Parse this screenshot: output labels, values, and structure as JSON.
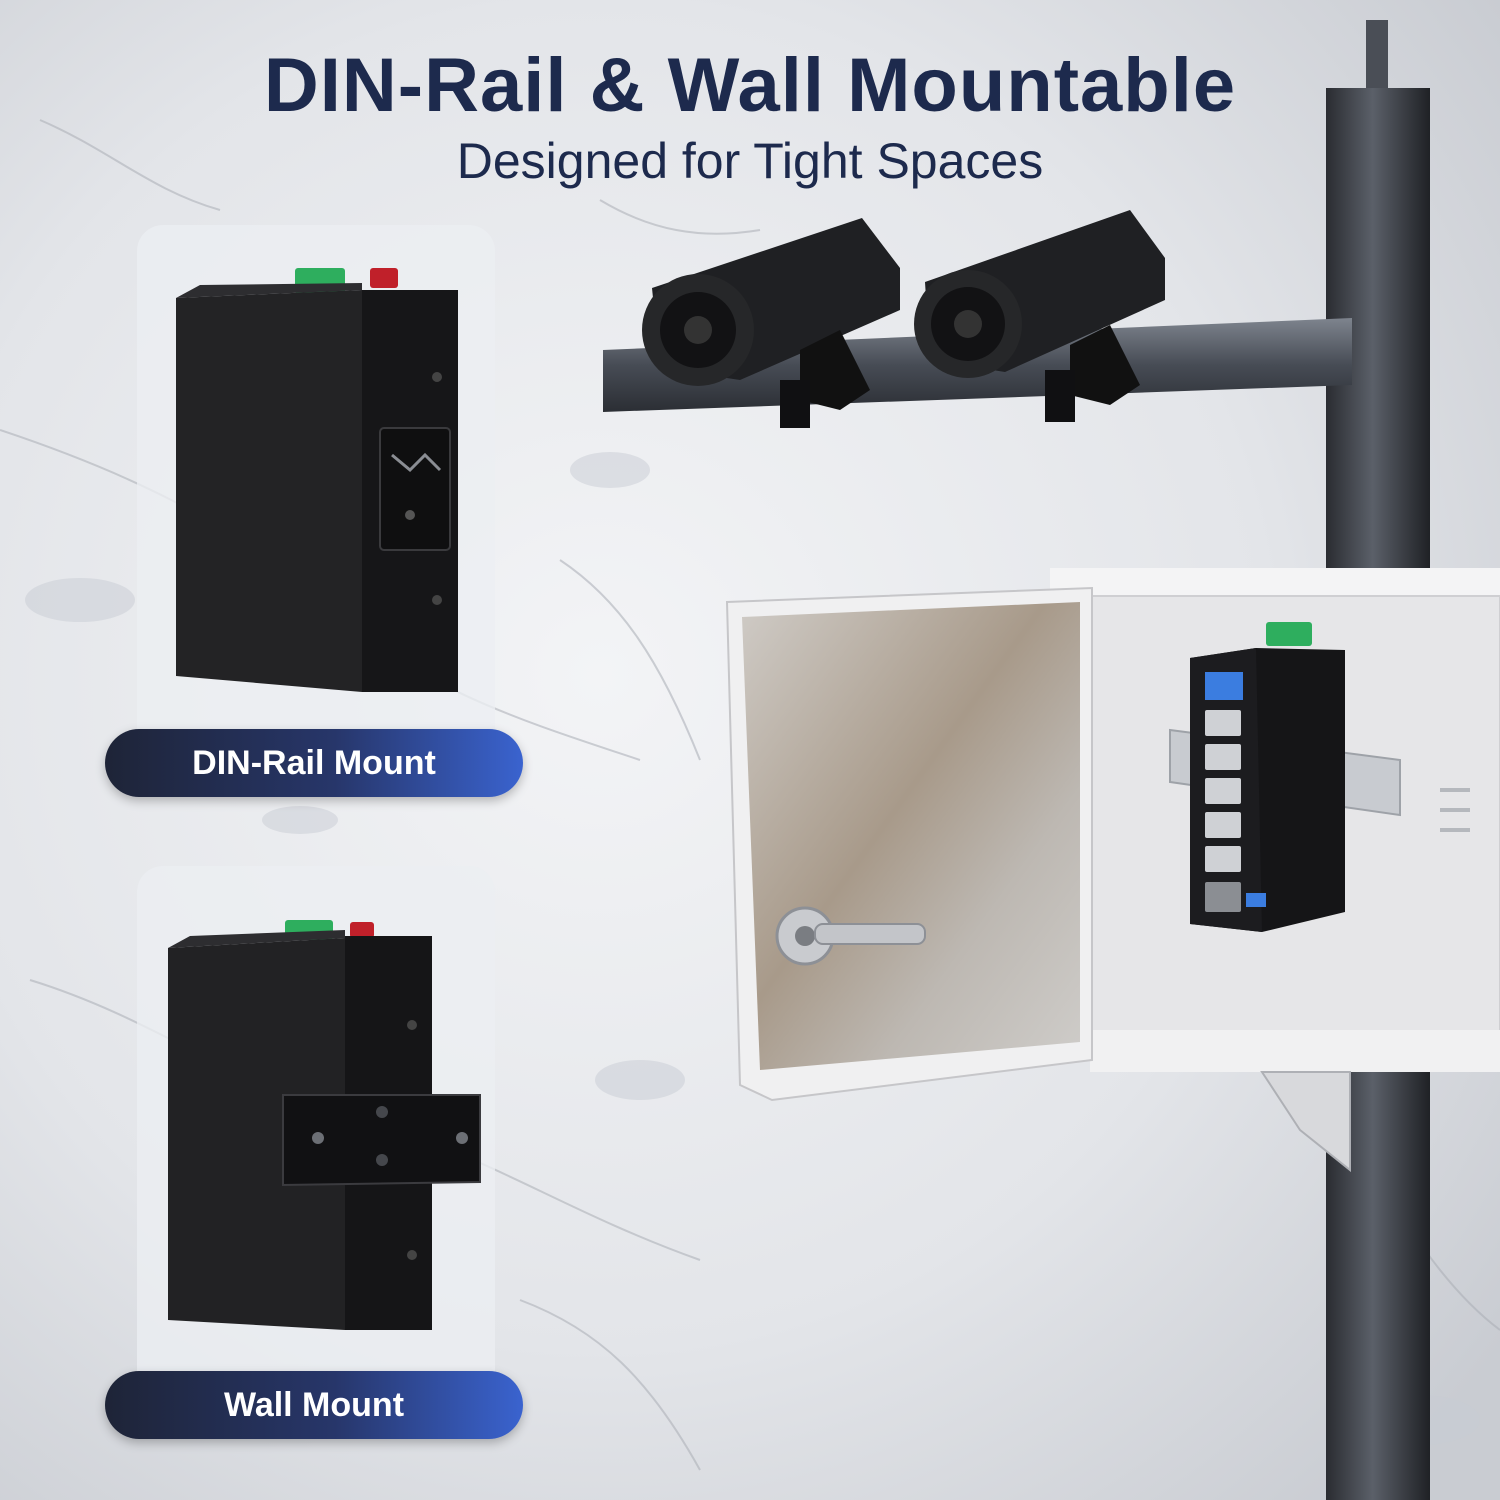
{
  "headline": "DIN-Rail & Wall Mountable",
  "subheadline": "Designed for Tight Spaces",
  "mounts": [
    {
      "label": "DIN-Rail Mount"
    },
    {
      "label": "Wall Mount"
    }
  ],
  "colors": {
    "heading": "#1d2a4d",
    "pill_gradient_start": "#1e2437",
    "pill_gradient_end": "#3a63cf",
    "device_body": "#1b1b1d",
    "terminal_green": "#2eae5e",
    "pole": "#3a3d44",
    "cabinet": "#e6e6e8"
  }
}
